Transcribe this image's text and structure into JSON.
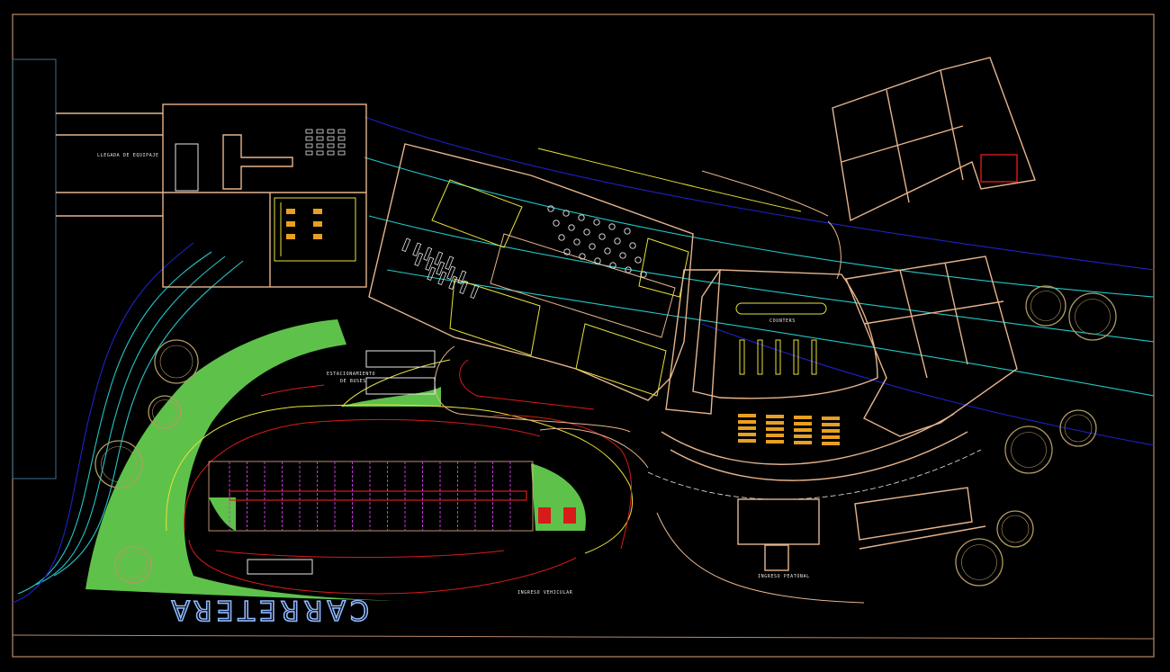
{
  "drawing": {
    "road_label": "CARRETERA",
    "area_labels": {
      "bus_parking_line1": "ESTACIONAMIENTO",
      "bus_parking_line2": "DE BUSES",
      "counters": "COUNTERS",
      "pedestrian_entry": "INGRESO PEATONAL",
      "vehicle_entry": "INGRESO VEHICULAR",
      "luggage_arrival": "LLEGADA DE EQUIPAJE"
    },
    "colors": {
      "background": "#000000",
      "wall": "#e6b48c",
      "grass": "#5ec24a",
      "contour_cyan": "#23c7c7",
      "contour_blue": "#1e22c8",
      "route_red": "#d91a1a",
      "furniture_yellow": "#e8e23a",
      "grid_magenta": "#c23ad6",
      "tree": "#b09a62",
      "frame": "#b88a68",
      "road_text": "#8fb8ff"
    }
  }
}
